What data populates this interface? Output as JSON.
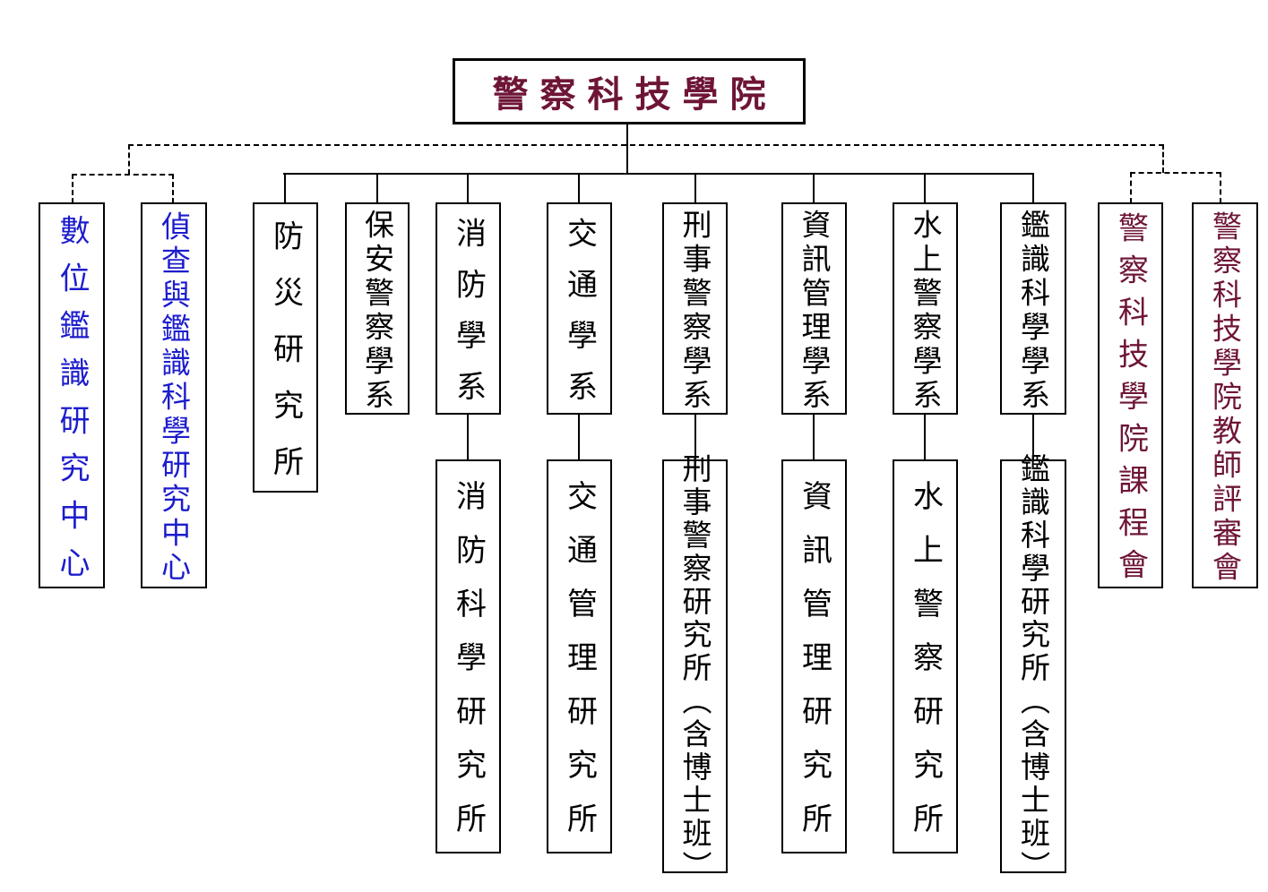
{
  "diagram": {
    "type": "org-chart",
    "root": {
      "label": "警察科技學院"
    },
    "legend_colors": {
      "root_and_committees": "#6e1537",
      "research_centers": "#1c1ccd",
      "departments": "#000000",
      "solid_line": "#000000",
      "dashed_line": "#000000",
      "background": "#ffffff"
    },
    "centers": [
      {
        "label": "數位鑑識研究中心"
      },
      {
        "label": "偵查與鑑識科學研究中心"
      }
    ],
    "departments": [
      {
        "label": "防災研究所",
        "child": ""
      },
      {
        "label": "保安警察學系",
        "child": ""
      },
      {
        "label": "消防學系",
        "child": "消防科學研究所"
      },
      {
        "label": "交通學系",
        "child": "交通管理研究所"
      },
      {
        "label": "刑事警察學系",
        "child": "刑事警察研究所（含博士班）"
      },
      {
        "label": "資訊管理學系",
        "child": "資訊管理研究所"
      },
      {
        "label": "水上警察學系",
        "child": "水上警察研究所"
      },
      {
        "label": "鑑識科學學系",
        "child": "鑑識科學研究所（含博士班）"
      }
    ],
    "committees": [
      {
        "label": "警察科技學院課程會"
      },
      {
        "label": "警察科技學院教師評審會"
      }
    ]
  }
}
